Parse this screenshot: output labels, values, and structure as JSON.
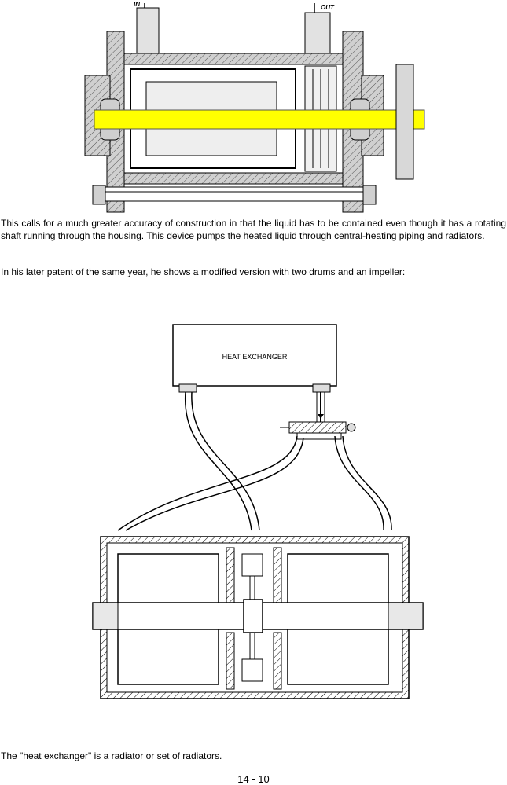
{
  "figure1": {
    "in_label": "IN",
    "out_label": "OUT",
    "shaft_color": "#ffff00"
  },
  "paragraphs": [
    "This calls for a much greater accuracy of construction in that the liquid has to be contained even though it has a rotating shaft running through the housing.  This device pumps the heated liquid through central-heating piping and radiators.",
    "In his later patent of the same year, he shows a modified version with two drums and an impeller:"
  ],
  "figure2": {
    "exchanger_label": "HEAT EXCHANGER"
  },
  "caption": "The \"heat exchanger\" is a radiator or set of radiators.",
  "page_number": "14 - 10"
}
